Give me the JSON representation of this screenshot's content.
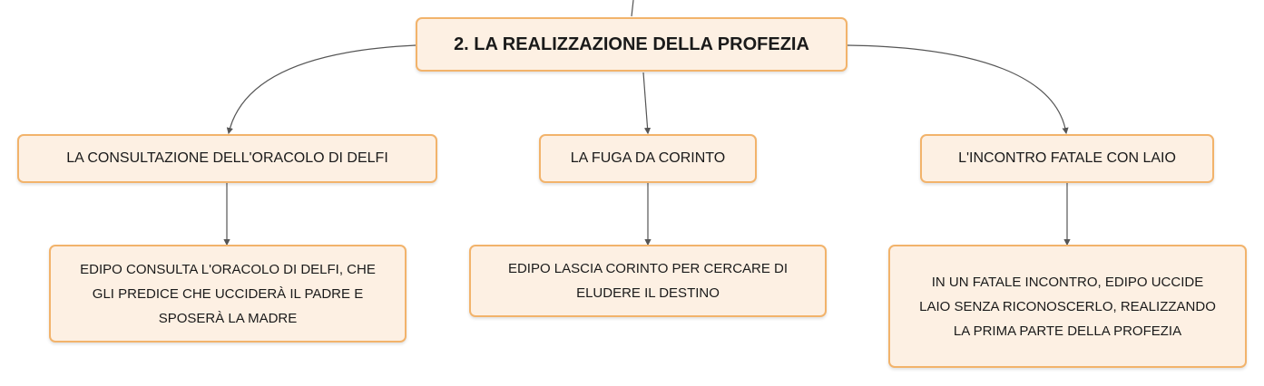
{
  "root": {
    "label": "2. LA REALIZZAZIONE DELLA PROFEZIA"
  },
  "branches": [
    {
      "label": "LA CONSULTAZIONE DELL'ORACOLO DI DELFI",
      "detail": [
        "EDIPO CONSULTA L'ORACOLO DI DELFI, CHE",
        "GLI PREDICE CHE UCCIDERÀ IL PADRE E",
        "SPOSERÀ LA MADRE"
      ]
    },
    {
      "label": "LA FUGA DA CORINTO",
      "detail": [
        "EDIPO LASCIA CORINTO PER CERCARE DI",
        "ELUDERE IL DESTINO"
      ]
    },
    {
      "label": "L'INCONTRO FATALE CON LAIO",
      "detail": [
        "IN UN FATALE INCONTRO, EDIPO UCCIDE",
        "LAIO SENZA RICONOSCERLO, REALIZZANDO",
        "LA PRIMA PARTE DELLA PROFEZIA"
      ]
    }
  ],
  "colors": {
    "node_fill": "#fdf0e3",
    "node_border": "#f2b36b",
    "connector": "#555555"
  }
}
